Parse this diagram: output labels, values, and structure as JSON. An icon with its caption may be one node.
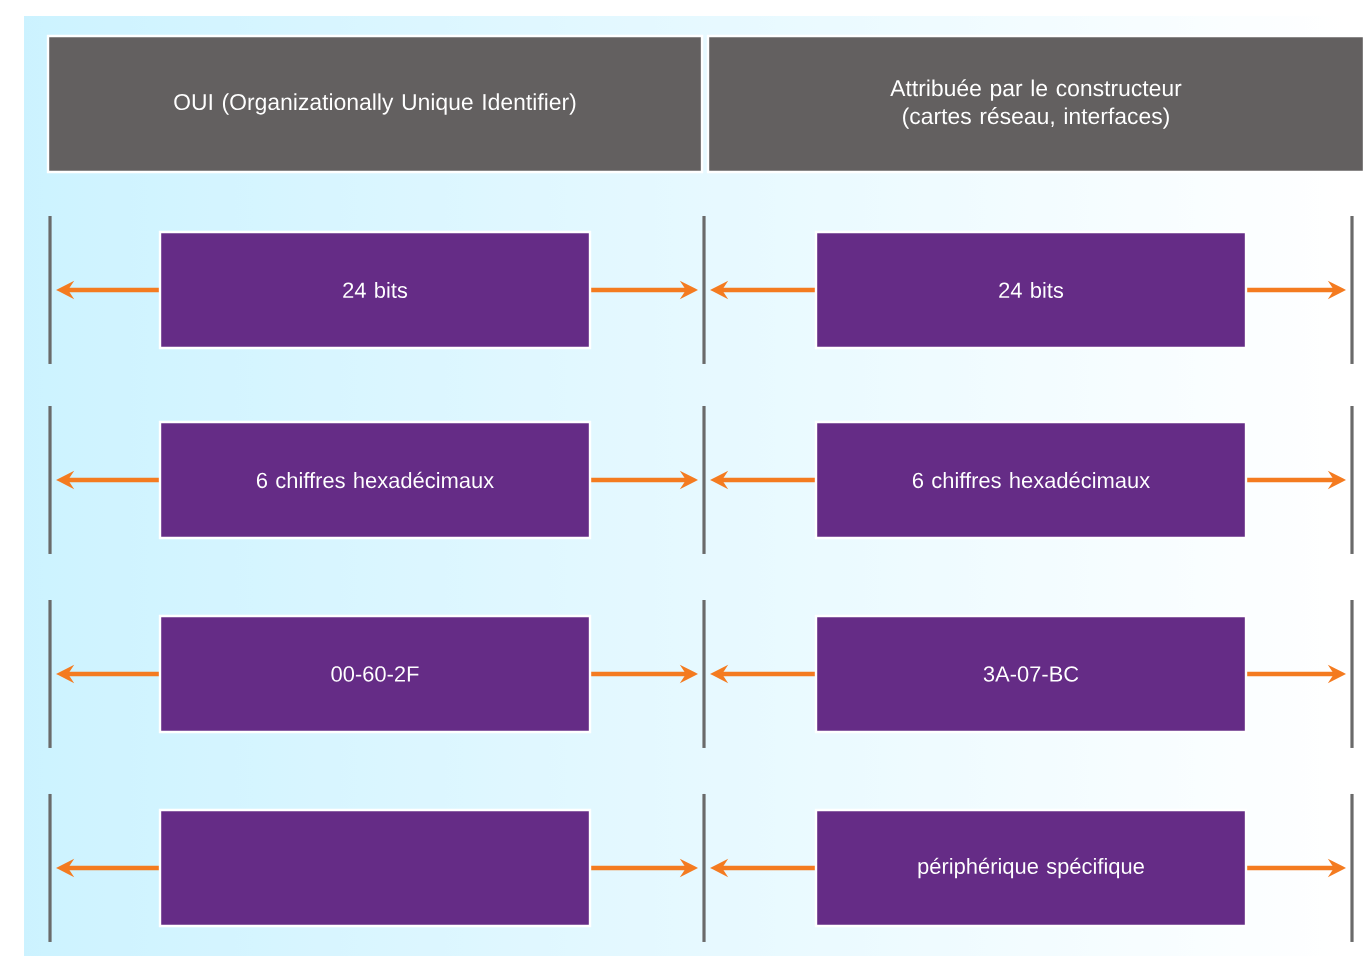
{
  "diagram": {
    "nodes": [
      {
        "text": [
          "OUI (Organizationally Unique Identifier)"
        ]
      },
      {
        "text": [
          "Attribuée par le constructeur (cartes réseau, interfaces)"
        ]
      },
      {
        "text": [
          "24 bits"
        ]
      },
      {
        "text": [
          "24 bits"
        ]
      },
      {
        "text": [
          "6 chiffres hexadécimaux"
        ]
      },
      {
        "text": [
          "6 chiffres hexadécimaux"
        ]
      },
      {
        "text": [
          "00-60-2F"
        ]
      },
      {
        "text": [
          "3A-07-BC"
        ]
      },
      {
        "text": [],
        "shape": "box"
      },
      {
        "text": [
          "périphérique spécifique"
        ]
      }
    ]
  }
}
